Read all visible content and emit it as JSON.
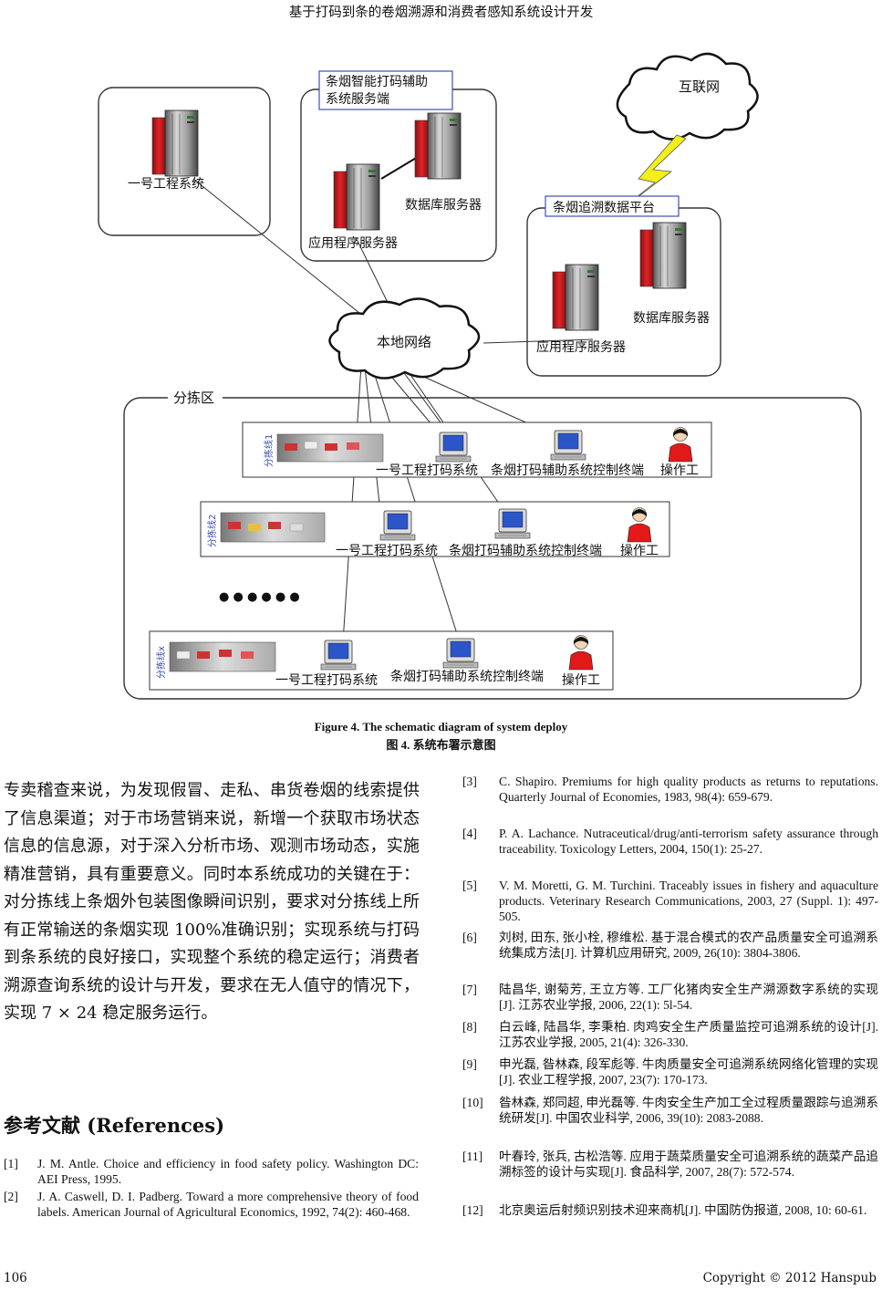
{
  "header": "基于打码到条的卷烟溯源和消费者感知系统设计开发",
  "diagram": {
    "sys1_label": "一号工程系统",
    "smart_box_label_1": "条烟智能打码辅助",
    "smart_box_label_2": "系统服务端",
    "db_server": "数据库服务器",
    "app_server": "应用程序服务器",
    "internet": "互联网",
    "trace_platform": "条烟追溯数据平台",
    "local_net": "本地网络",
    "sort_area": "分拣区",
    "line1": "分拣线1",
    "line2": "分拣线2",
    "linex": "分拣线x",
    "coding_sys": "一号工程打码系统",
    "assist_terminal": "条烟打码辅助系统控制终端",
    "operator": "操作工",
    "ellipsis": "● ● ● ● ● ●"
  },
  "caption_en": "Figure 4. The schematic diagram of system deploy",
  "caption_zh": "图 4.  系统布署示意图",
  "body_text": "专卖稽查来说，为发现假冒、走私、串货卷烟的线索提供了信息渠道；对于市场营销来说，新增一个获取市场状态信息的信息源，对于深入分析市场、观测市场动态，实施精准营销，具有重要意义。同时本系统成功的关键在于：对分拣线上条烟外包装图像瞬间识别，要求对分拣线上所有正常输送的条烟实现 100%准确识别；实现系统与打码到条系统的良好接口，实现整个系统的稳定运行；消费者溯源查询系统的设计与开发，要求在无人值守的情况下，实现 7 × 24 稳定服务运行。",
  "references_title": "参考文献  (References)",
  "references": [
    {
      "num": "[1]",
      "text": "J. M. Antle. Choice and efficiency in food safety policy. Washington DC: AEI Press, 1995."
    },
    {
      "num": "[2]",
      "text": "J. A. Caswell, D. I. Padberg. Toward a more comprehensive theory of food labels. American Journal of Agricultural Economics, 1992, 74(2): 460-468."
    },
    {
      "num": "[3]",
      "text": "C. Shapiro. Premiums for high quality products as returns to reputations. Quarterly Journal of Economies, 1983, 98(4): 659-679."
    },
    {
      "num": "[4]",
      "text": "P. A. Lachance. Nutraceutical/drug/anti-terrorism safety assurance through traceability. Toxicology Letters, 2004, 150(1): 25-27."
    },
    {
      "num": "[5]",
      "text": "V. M. Moretti, G. M. Turchini. Traceably issues in fishery and aquaculture products. Veterinary Research Communications, 2003, 27 (Suppl. 1): 497-505."
    },
    {
      "num": "[6]",
      "text": "刘树, 田东, 张小栓, 穆维松. 基于混合模式的农产品质量安全可追溯系统集成方法[J]. 计算机应用研究, 2009, 26(10): 3804-3806."
    },
    {
      "num": "[7]",
      "text": "陆昌华, 谢菊芳, 王立方等. 工厂化猪肉安全生产溯源数字系统的实现[J]. 江苏农业学报, 2006, 22(1): 5l-54."
    },
    {
      "num": "[8]",
      "text": "白云峰, 陆昌华, 李秉柏. 肉鸡安全生产质量监控可追溯系统的设计[J]. 江苏农业学报, 2005, 21(4): 326-330."
    },
    {
      "num": "[9]",
      "text": "申光磊, 昝林森, 段军彪等. 牛肉质量安全可追溯系统网络化管理的实现[J]. 农业工程学报, 2007, 23(7): 170-173."
    },
    {
      "num": "[10]",
      "text": "昝林森, 郑同超, 申光磊等. 牛肉安全生产加工全过程质量跟踪与追溯系统研发[J]. 中国农业科学, 2006, 39(10): 2083-2088."
    },
    {
      "num": "[11]",
      "text": "叶春玲, 张兵, 古松浩等. 应用于蔬菜质量安全可追溯系统的蔬菜产品追溯标签的设计与实现[J]. 食品科学, 2007, 28(7): 572-574."
    },
    {
      "num": "[12]",
      "text": "北京奥运后射频识别技术迎来商机[J]. 中国防伪报道, 2008, 10: 60-61."
    }
  ],
  "footer_page": "106",
  "footer_copyright": "Copyright © 2012 Hanspub"
}
